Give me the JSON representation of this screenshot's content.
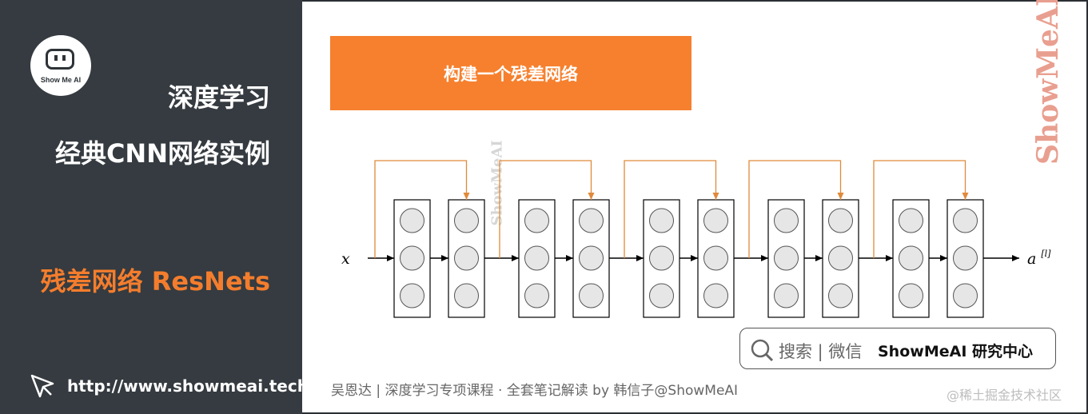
{
  "sidebar": {
    "logo_text": "Show Me AI",
    "title_line1": "深度学习",
    "title_line2": "经典CNN网络实例",
    "topic": "残差网络 ResNets",
    "url": "http://www.showmeai.tech/"
  },
  "banner": {
    "title": "构建一个残差网络"
  },
  "diagram": {
    "input_label": "x",
    "output_label_base": "a",
    "output_label_sup": "[l]",
    "residual_blocks": 5,
    "layers_per_block": 2,
    "neurons_per_layer": 3,
    "skip_color": "#e08a3a"
  },
  "search": {
    "label": "搜索 | 微信",
    "brand": "ShowMeAI 研究中心"
  },
  "footer": {
    "credit": "吴恩达 | 深度学习专项课程 · 全套笔记解读  by 韩信子@ShowMeAI",
    "juejin": "@稀土掘金技术社区"
  },
  "watermark": {
    "text": "ShowMeAI"
  },
  "colors": {
    "accent": "#f6802e",
    "sidebar_bg": "#353b40"
  }
}
